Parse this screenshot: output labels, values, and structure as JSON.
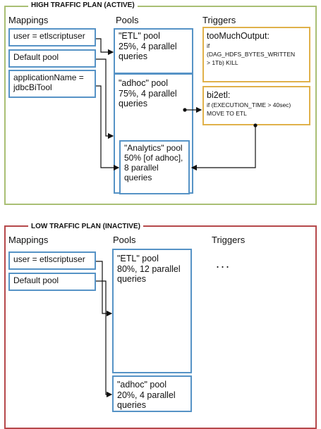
{
  "high_plan": {
    "title": "HIGH TRAFFIC PLAN (ACTIVE)",
    "headers": {
      "mappings": "Mappings",
      "pools": "Pools",
      "triggers": "Triggers"
    },
    "mappings": [
      {
        "label": "user = etlscriptuser"
      },
      {
        "label": "Default pool"
      },
      {
        "label": "applicationName =\njdbcBiTool"
      }
    ],
    "pools": [
      {
        "label": "\"ETL\" pool\n25%, 4 parallel\nqueries"
      },
      {
        "label": "\"adhoc\" pool\n75%, 4 parallel\nqueries"
      },
      {
        "label": "\"Analytics\" pool\n50% [of adhoc],\n8 parallel\nqueries"
      }
    ],
    "triggers": [
      {
        "name": "tooMuchOutput:",
        "condition": "if\n(DAG_HDFS_BYTES_WRITTEN\n> 1Tb) KILL"
      },
      {
        "name": "bi2etl:",
        "condition": "if (EXECUTION_TIME > 40sec)\nMOVE TO ETL"
      }
    ],
    "colors": {
      "frame": "#a9bf74",
      "box": "#5693c6",
      "trigger": "#e0b14a"
    }
  },
  "low_plan": {
    "title": "LOW TRAFFIC PLAN (INACTIVE)",
    "headers": {
      "mappings": "Mappings",
      "pools": "Pools",
      "triggers": "Triggers"
    },
    "mappings": [
      {
        "label": "user = etlscriptuser"
      },
      {
        "label": "Default pool"
      }
    ],
    "pools": [
      {
        "label": "\"ETL\" pool\n80%, 12 parallel\nqueries"
      },
      {
        "label": "\"adhoc\" pool\n20%, 4 parallel\nqueries"
      }
    ],
    "triggers_placeholder": "...",
    "colors": {
      "frame": "#b5484a",
      "box": "#5693c6"
    }
  }
}
